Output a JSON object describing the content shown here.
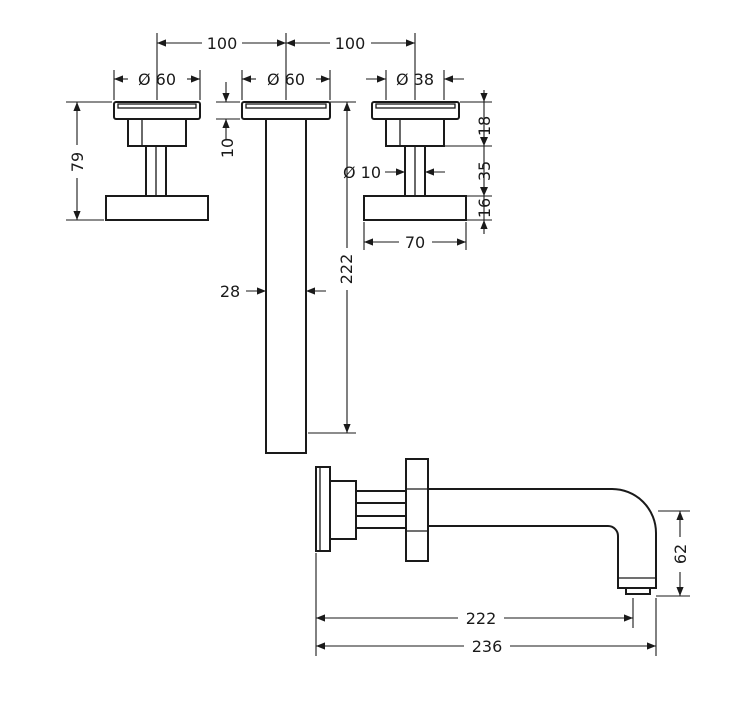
{
  "dimensions": {
    "spacing_left": "100",
    "spacing_right": "100",
    "dia_handle_left": "Ø 60",
    "dia_spout_plate": "Ø 60",
    "dia_handle_right": "Ø 38",
    "height_handle": "79",
    "plate_depth": "10",
    "dia_stem": "Ø 10",
    "height_top": "18",
    "height_mid": "35",
    "height_bottom": "16",
    "cross_width": "70",
    "spout_width": "28",
    "spout_length": "222",
    "spout_drop": "62",
    "projection_spout": "222",
    "projection_total": "236"
  }
}
